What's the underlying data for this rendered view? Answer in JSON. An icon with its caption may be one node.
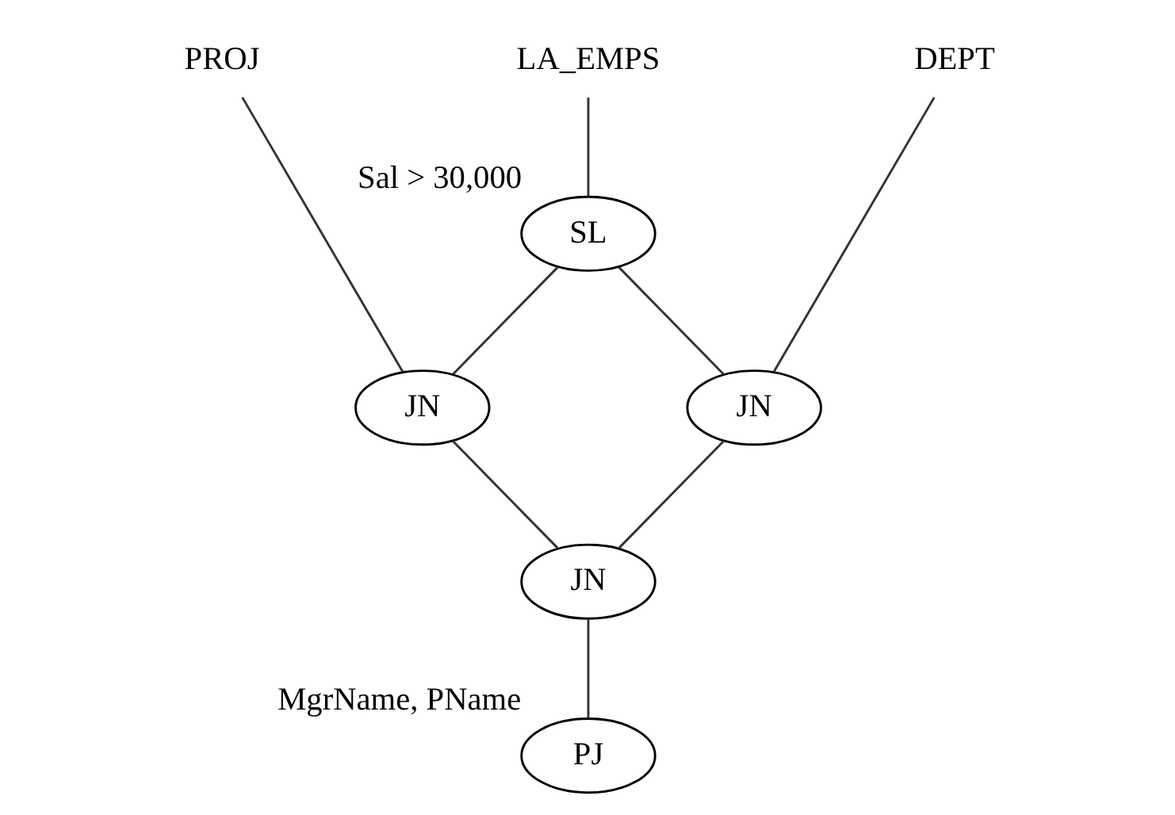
{
  "diagram": {
    "nodes": [
      {
        "text": [
          "PROJ"
        ]
      },
      {
        "text": [
          "LA_EMPS"
        ]
      },
      {
        "text": [
          "DEPT"
        ]
      },
      {
        "text": [
          "SL"
        ],
        "beside": [
          "Sal > 30,000"
        ]
      },
      {
        "text": [
          "JN"
        ]
      },
      {
        "text": [
          "JN"
        ]
      },
      {
        "text": [
          "JN"
        ]
      },
      {
        "text": [
          "PJ"
        ],
        "beside": [
          "MgrName, PName"
        ]
      }
    ],
    "edges": [
      {
        "from": 1,
        "to": 3,
        "arrow": "none"
      },
      {
        "from": 0,
        "to": 4,
        "arrow": "none"
      },
      {
        "from": 3,
        "to": 4,
        "arrow": "none"
      },
      {
        "from": 3,
        "to": 5,
        "arrow": "none"
      },
      {
        "from": 2,
        "to": 5,
        "arrow": "none"
      },
      {
        "from": 4,
        "to": 6,
        "arrow": "none"
      },
      {
        "from": 5,
        "to": 6,
        "arrow": "none"
      },
      {
        "from": 6,
        "to": 7,
        "arrow": "none"
      }
    ]
  }
}
